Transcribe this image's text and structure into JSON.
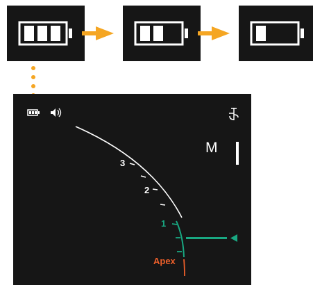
{
  "battery_states": [
    {
      "name": "three-bars",
      "bars": 3
    },
    {
      "name": "two-bars",
      "bars": 2
    },
    {
      "name": "one-bar",
      "bars": 1
    }
  ],
  "display": {
    "mode_letter": "M",
    "scale_labels": [
      "3",
      "2",
      "1"
    ],
    "apex_label": "Apex",
    "icons": [
      "battery-icon",
      "speaker-icon",
      "waypoint-icon"
    ]
  },
  "colors": {
    "panel_bg": "#161616",
    "foreground": "#ffffff",
    "accent_orange": "#f5a623",
    "accent_green": "#19a882",
    "apex_orange": "#ec5f2a"
  }
}
